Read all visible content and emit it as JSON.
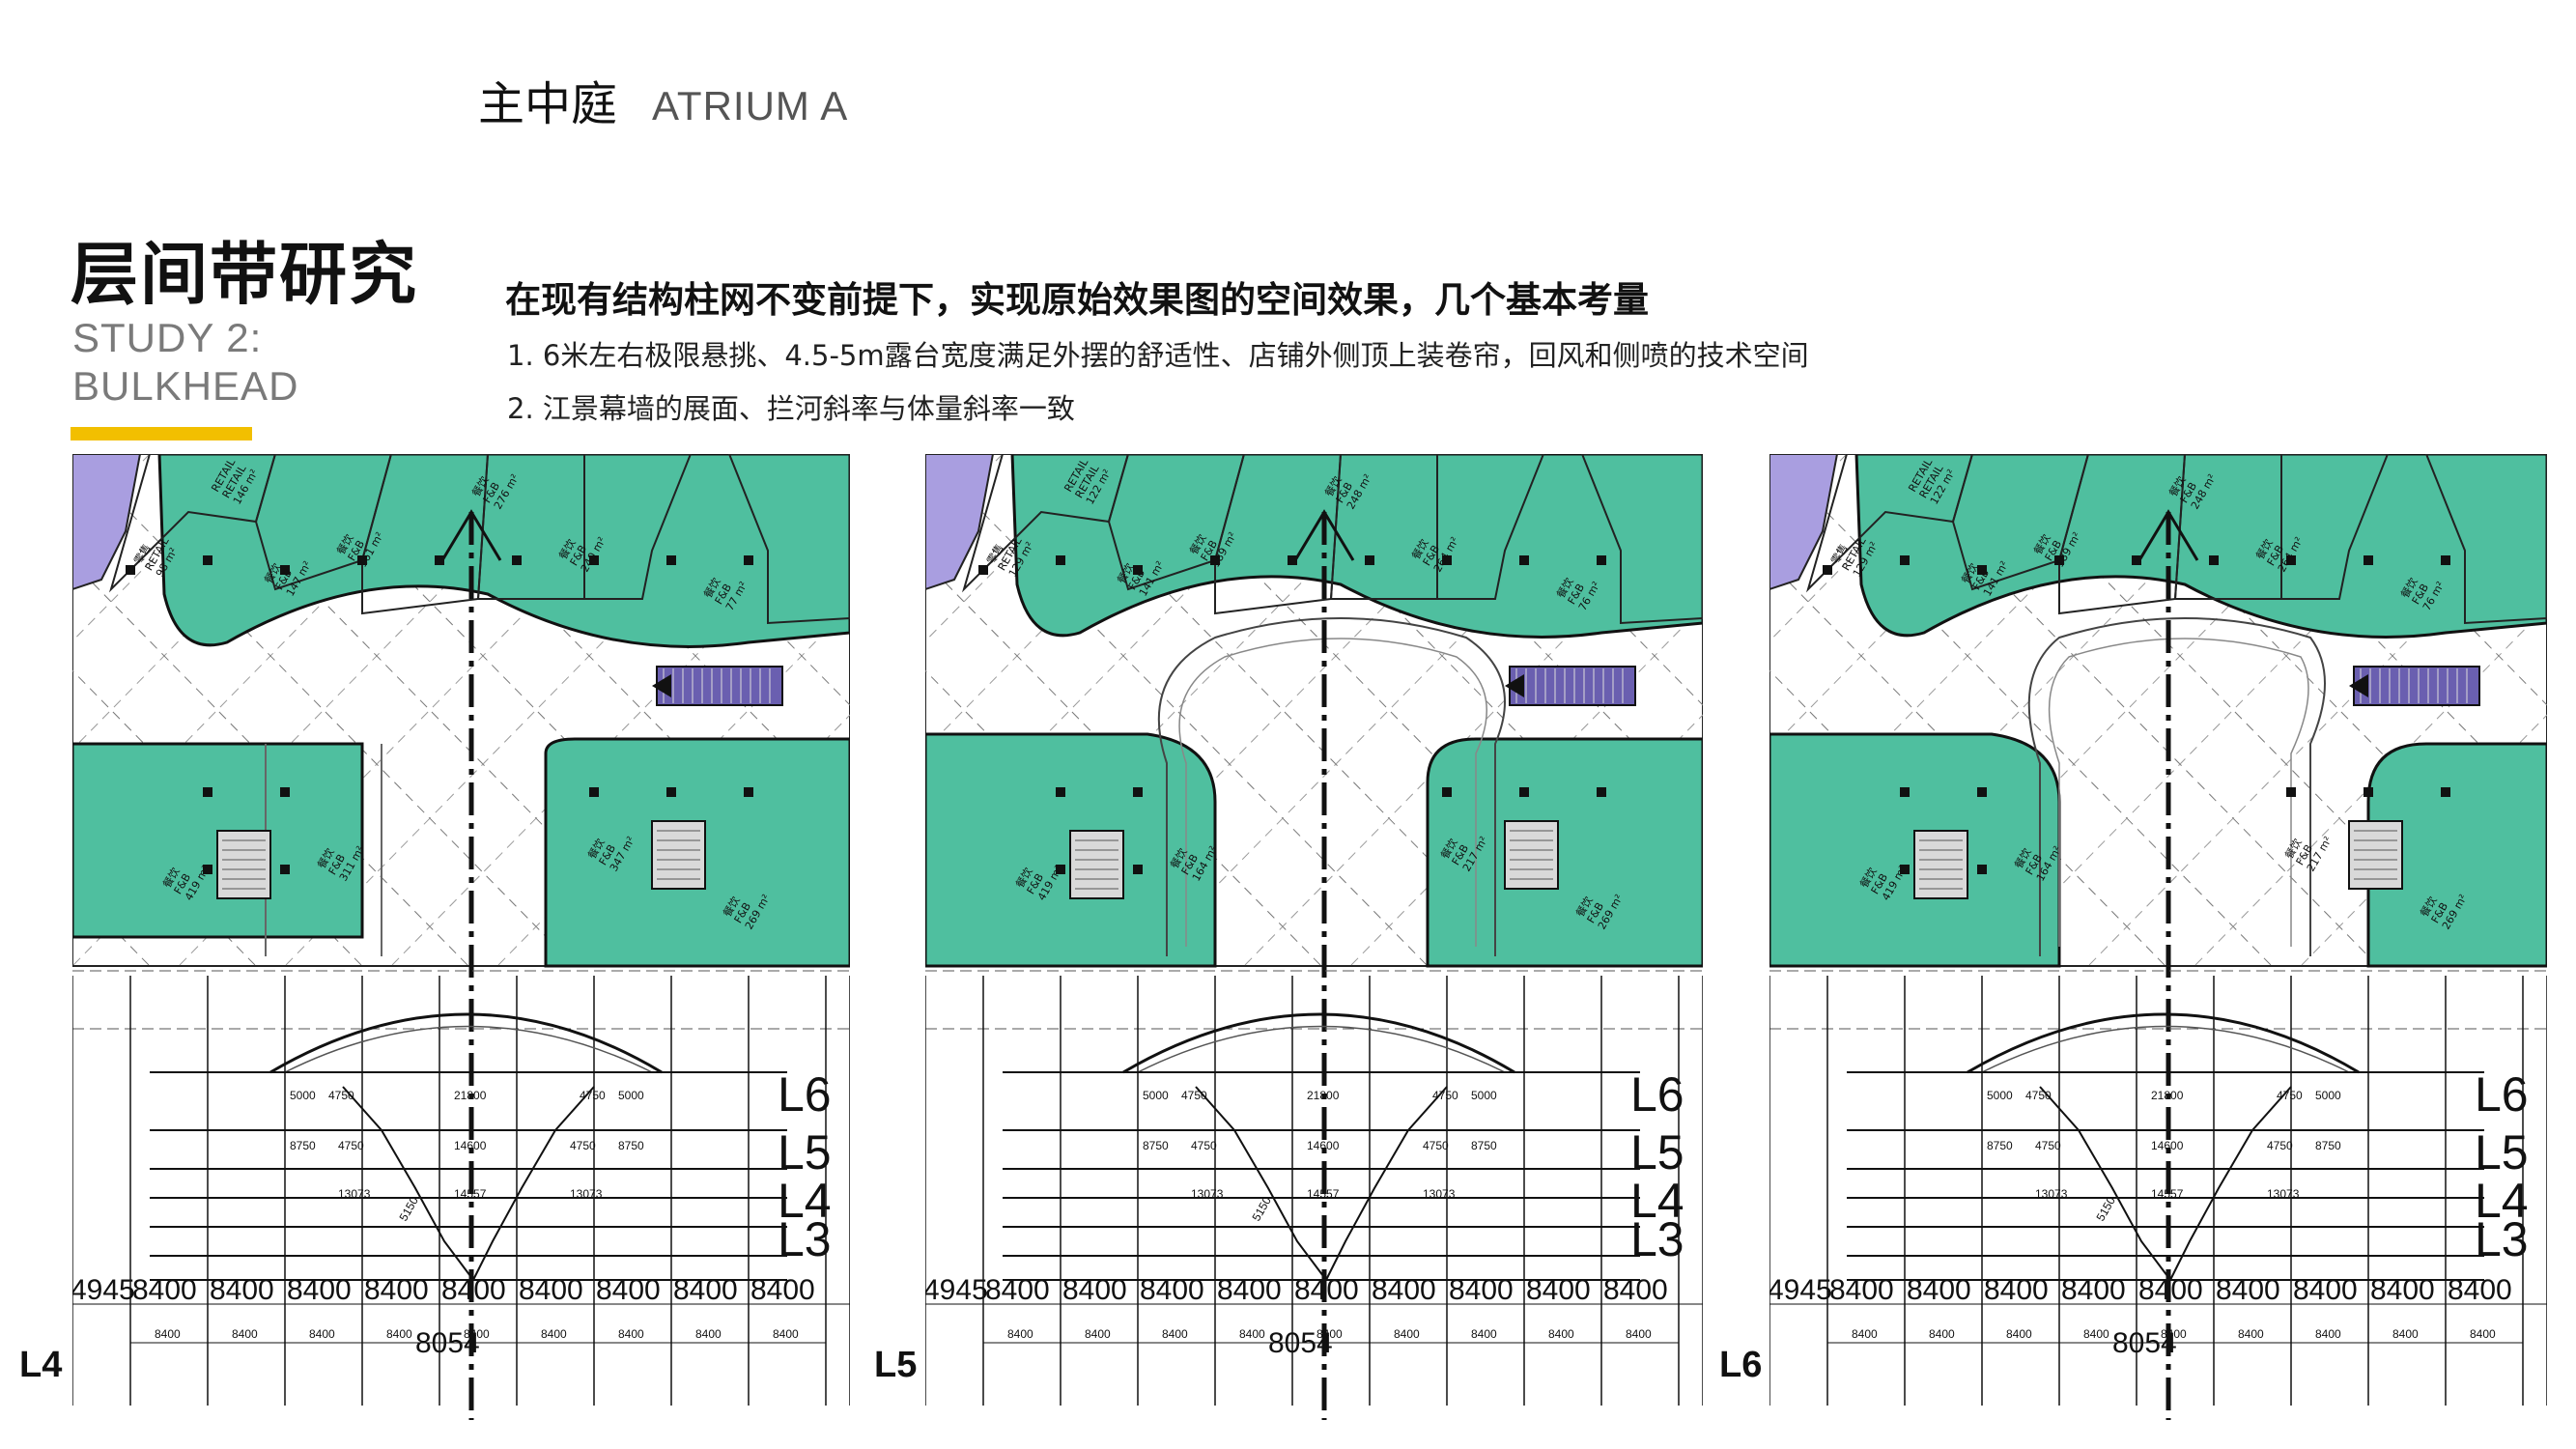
{
  "header": {
    "title": "主中庭",
    "subtitle": "ATRIUM A"
  },
  "section": {
    "title": "层间带研究",
    "subtitle_line1": "STUDY 2:",
    "subtitle_line2": "BULKHEAD"
  },
  "intro": {
    "heading": "在现有结构柱网不变前提下，实现原始效果图的空间效果，几个基本考量",
    "points": [
      "1. 6米左右极限悬挑、4.5-5m露台宽度满足外摆的舒适性、店铺外侧顶上装卷帘，回风和侧喷的技术空间",
      "2. 江景幕墙的展面、拦河斜率与体量斜率一致"
    ]
  },
  "colors": {
    "room_fill": "#4fbf9f",
    "retail_fill": "#a99ee0",
    "accent_bar": "#f2bf00",
    "void": "#f2f2f2"
  },
  "levels": [
    "L6",
    "L5",
    "L4",
    "L3"
  ],
  "grid_dims": {
    "first": "4945",
    "bay": "8400",
    "center": "8054"
  },
  "section_dims": {
    "l6": [
      "5000",
      "4750",
      "21800",
      "4750",
      "5000"
    ],
    "l5": [
      "8750",
      "4750",
      "14600",
      "4750",
      "8750"
    ],
    "l4": [
      "13073",
      "14557",
      "13073"
    ],
    "overhang": "5150"
  },
  "room_labels": [
    "餐饮",
    "F&B",
    "RETAIL",
    "零售"
  ],
  "panels": [
    {
      "label": "L4",
      "areas": [
        "146 m²",
        "98 m²",
        "147 m²",
        "161 m²",
        "276 m²",
        "240 m²",
        "77 m²",
        "419 m²",
        "311 m²",
        "347 m²",
        "269 m²"
      ]
    },
    {
      "label": "L5",
      "areas": [
        "122 m²",
        "129 m²",
        "141 m²",
        "189 m²",
        "248 m²",
        "264 m²",
        "76 m²",
        "419 m²",
        "164 m²",
        "217 m²",
        "269 m²"
      ]
    },
    {
      "label": "L6",
      "areas": [
        "122 m²",
        "129 m²",
        "141 m²",
        "189 m²",
        "248 m²",
        "264 m²",
        "76 m²",
        "419 m²",
        "164 m²",
        "217 m²",
        "269 m²"
      ]
    }
  ]
}
